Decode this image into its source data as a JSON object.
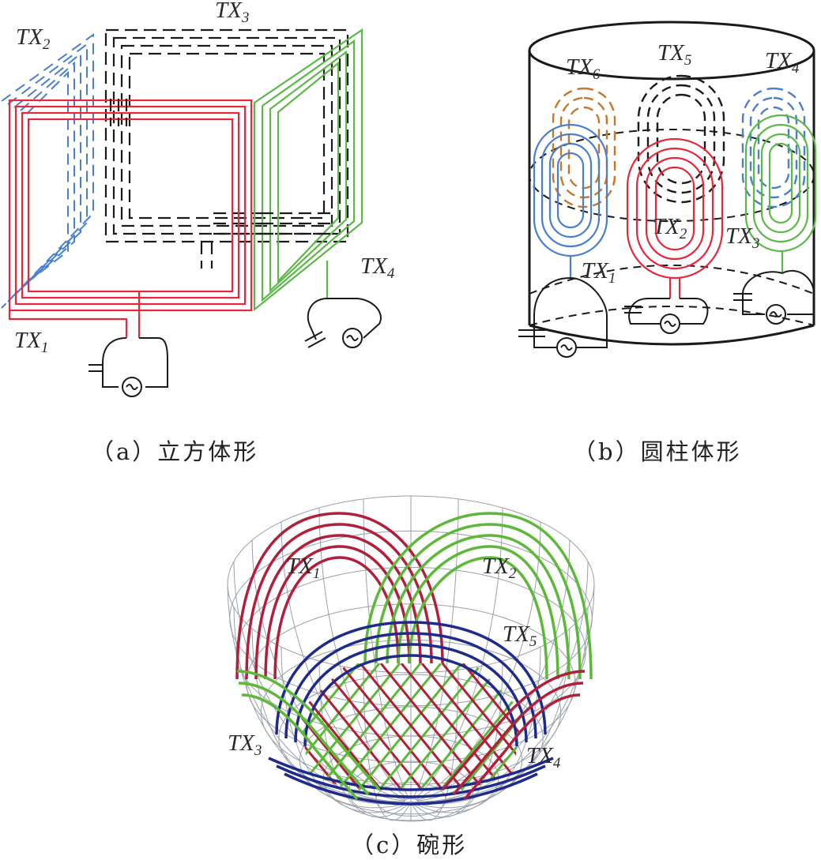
{
  "panels": {
    "a": {
      "caption": "（a）立方体形",
      "labels": [
        {
          "base": "TX",
          "sub": "1"
        },
        {
          "base": "TX",
          "sub": "2"
        },
        {
          "base": "TX",
          "sub": "3"
        },
        {
          "base": "TX",
          "sub": "4"
        }
      ]
    },
    "b": {
      "caption": "（b）圆柱体形",
      "labels": [
        {
          "base": "TX",
          "sub": "1"
        },
        {
          "base": "TX",
          "sub": "2"
        },
        {
          "base": "TX",
          "sub": "3"
        },
        {
          "base": "TX",
          "sub": "4"
        },
        {
          "base": "TX",
          "sub": "5"
        },
        {
          "base": "TX",
          "sub": "6"
        }
      ]
    },
    "c": {
      "caption": "（c）碗形",
      "labels": [
        {
          "base": "TX",
          "sub": "1"
        },
        {
          "base": "TX",
          "sub": "2"
        },
        {
          "base": "TX",
          "sub": "3"
        },
        {
          "base": "TX",
          "sub": "4"
        },
        {
          "base": "TX",
          "sub": "5"
        }
      ]
    }
  },
  "colors": {
    "red": "#e8283a",
    "blue": "#4a7fd0",
    "green": "#5cb848",
    "black": "#1a1a1a",
    "orange": "#c8772a",
    "bowl_red": "#b0203a",
    "bowl_green": "#5cb838",
    "bowl_blue": "#1e2a8c",
    "grid": "#9aa0a8"
  }
}
